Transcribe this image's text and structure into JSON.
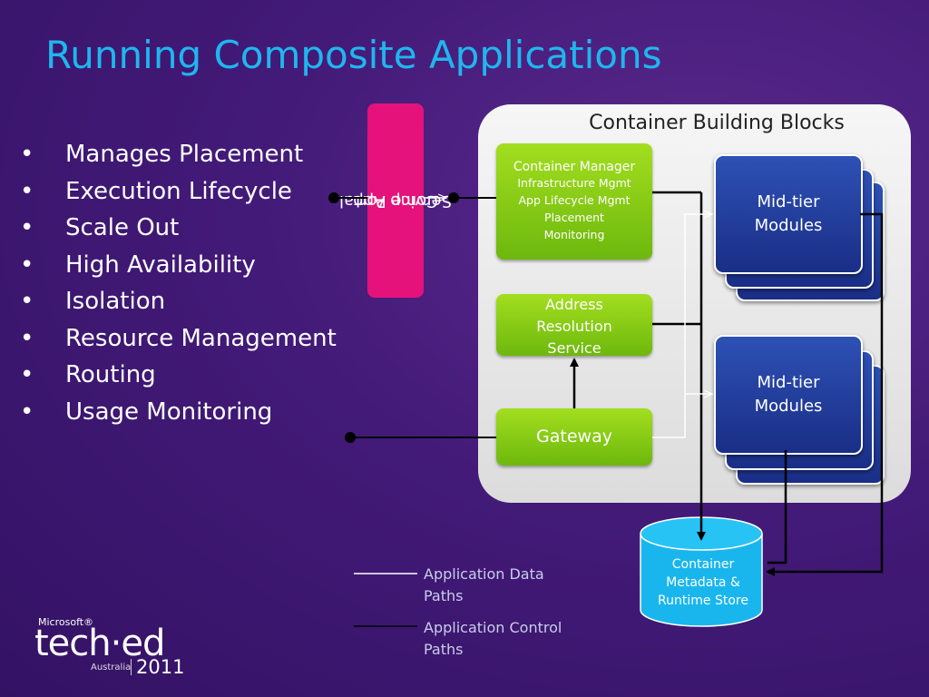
{
  "title": "Running Composite Applications",
  "bullets": [
    "Manages Placement",
    "Execution Lifecycle",
    "Scale Out",
    "High Availability",
    "Isolation",
    "Resource Management",
    "Routing",
    "Usage Monitoring"
  ],
  "diagram": {
    "panel_title": "Container Building Blocks",
    "portal_line1": "Comp App",
    "portal_line2": "Service Portal",
    "container_manager": {
      "title": "Container Manager",
      "lines": [
        "Infrastructure Mgmt",
        "App Lifecycle Mgmt",
        "Placement",
        "Monitoring"
      ]
    },
    "address_resolution": "Address Resolution Service",
    "gateway": "Gateway",
    "midtier_top": "Mid-tier Modules",
    "midtier_bottom": "Mid-tier Modules",
    "store": "Container Metadata & Runtime Store"
  },
  "legend": {
    "data_paths": "Application Data Paths",
    "control_paths": "Application Control Paths"
  },
  "logo": {
    "brand": "Microsoft®",
    "event": "tech·ed",
    "region": "Australia",
    "year": "2011"
  },
  "colors": {
    "title": "#1fb6ef",
    "portal": "#e4127a",
    "green": "#8ccc14",
    "blue": "#1f3a9c",
    "store": "#19b6ee"
  }
}
